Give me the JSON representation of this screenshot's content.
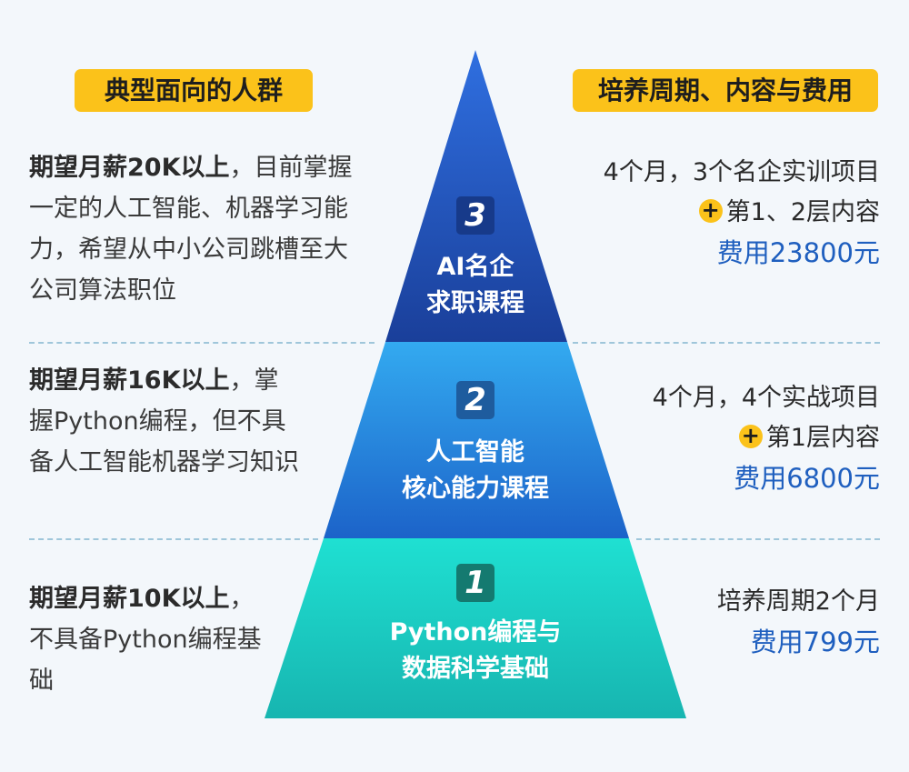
{
  "headers": {
    "left": "典型面向的人群",
    "right": "培养周期、内容与费用"
  },
  "colors": {
    "header_bg": "#fbc21a",
    "tier3_top": "#2f6fe0",
    "tier3_bottom": "#1a3f9a",
    "tier2_top": "#33aaf0",
    "tier2_bottom": "#1c63c9",
    "tier1_top": "#1fe0d2",
    "tier1_bottom": "#17b5b0",
    "price": "#1f5fbf"
  },
  "tiers": [
    {
      "number": "3",
      "title_line1": "AI名企",
      "title_line2": "求职课程",
      "audience_lead": "期望月薪20K以上",
      "audience_rest": "，目前掌握一定的人工智能、机器学习能力，希望从中小公司跳槽至大公司算法职位",
      "cost_line1": "4个月，3个名企实训项目",
      "cost_plus": "+",
      "cost_line2": "第1、2层内容",
      "price": "费用23800元"
    },
    {
      "number": "2",
      "title_line1": "人工智能",
      "title_line2": "核心能力课程",
      "audience_lead": "期望月薪16K以上",
      "audience_rest": "，掌握Python编程，但不具备人工智能机器学习知识",
      "cost_line1": "4个月，4个实战项目",
      "cost_plus": "+",
      "cost_line2": "第1层内容",
      "price": "费用6800元"
    },
    {
      "number": "1",
      "title_line1": "Python编程与",
      "title_line2": "数据科学基础",
      "audience_lead": "期望月薪10K以上",
      "audience_rest": "，不具备Python编程基础",
      "cost_line1": "培养周期2个月",
      "price": "费用799元"
    }
  ]
}
